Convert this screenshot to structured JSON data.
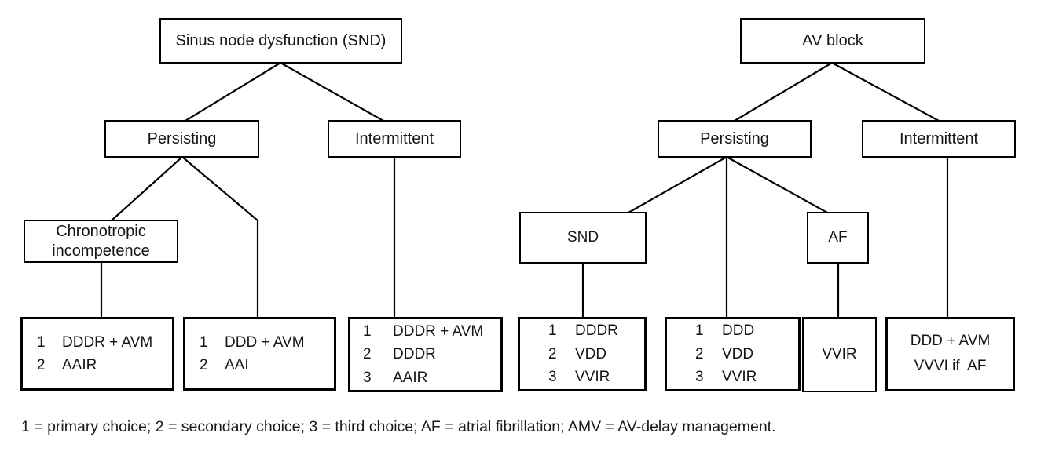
{
  "left_tree": {
    "root": "Sinus node dysfunction (SND)",
    "persisting": "Persisting",
    "intermittent": "Intermittent",
    "chronotropic_lines": [
      "Chronotropic",
      "incompetence"
    ],
    "outcome_chronotropic": [
      {
        "rank": "1",
        "mode": "DDDR + AVM"
      },
      {
        "rank": "2",
        "mode": "AAIR"
      }
    ],
    "outcome_persisting": [
      {
        "rank": "1",
        "mode": "DDD + AVM"
      },
      {
        "rank": "2",
        "mode": "AAI"
      }
    ],
    "outcome_intermittent": [
      {
        "rank": "1",
        "mode": "DDDR + AVM"
      },
      {
        "rank": "2",
        "mode": "DDDR"
      },
      {
        "rank": "3",
        "mode": "AAIR"
      }
    ]
  },
  "right_tree": {
    "root": "AV block",
    "persisting": "Persisting",
    "intermittent": "Intermittent",
    "snd": "SND",
    "af": "AF",
    "outcome_snd": [
      {
        "rank": "1",
        "mode": "DDDR"
      },
      {
        "rank": "2",
        "mode": "VDD"
      },
      {
        "rank": "3",
        "mode": "VVIR"
      }
    ],
    "outcome_persisting": [
      {
        "rank": "1",
        "mode": "DDD"
      },
      {
        "rank": "2",
        "mode": "VDD"
      },
      {
        "rank": "3",
        "mode": "VVIR"
      }
    ],
    "outcome_af": "VVIR",
    "outcome_intermittent_lines": [
      "DDD + AVM",
      "VVVI if  AF"
    ]
  },
  "legend": "1 = primary choice; 2 = secondary choice; 3 = third choice; AF = atrial fibrillation; AMV = AV-delay management.",
  "colors": {
    "line": "#000000",
    "box_border": "#000000",
    "background": "#ffffff",
    "text": "#151515"
  }
}
